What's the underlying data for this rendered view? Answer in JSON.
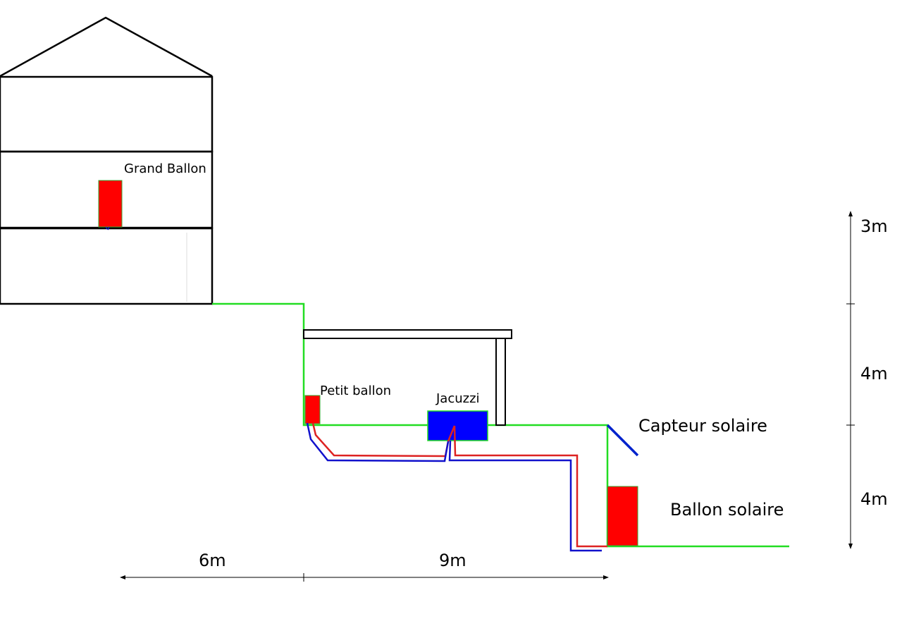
{
  "labels": {
    "grand_ballon": "Grand Ballon",
    "petit_ballon": "Petit ballon",
    "jacuzzi": "Jacuzzi",
    "capteur_solaire": "Capteur solaire",
    "ballon_solaire": "Ballon solaire"
  },
  "dimensions": {
    "horizontal": [
      "6m",
      "9m"
    ],
    "vertical": [
      "3m",
      "4m",
      "4m"
    ]
  },
  "colors": {
    "ground": "#22dd22",
    "tank": "#ff0000",
    "jacuzzi": "#0000ff",
    "hot_pipe": "#dd2222",
    "cold_pipe": "#1111cc",
    "outline": "#000000"
  }
}
